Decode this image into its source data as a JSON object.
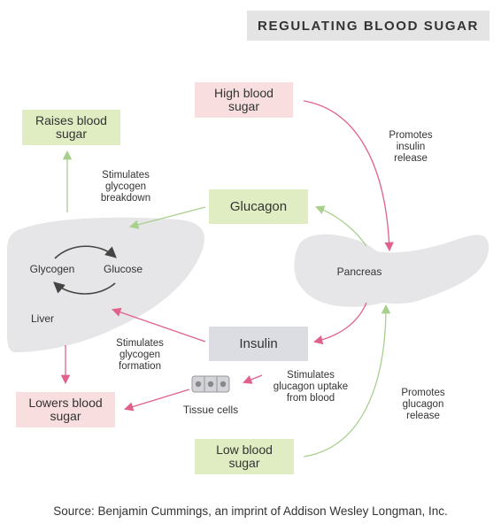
{
  "title": "REGULATING BLOOD SUGAR",
  "boxes": {
    "high_blood_sugar": "High blood\nsugar",
    "raises_blood_sugar": "Raises blood\nsugar",
    "glucagon": "Glucagon",
    "insulin": "Insulin",
    "lowers_blood_sugar": "Lowers blood\nsugar",
    "low_blood_sugar": "Low blood\nsugar"
  },
  "labels": {
    "promotes_insulin_release": "Promotes\ninsulin\nrelease",
    "stimulates_glycogen_breakdown": "Stimulates\nglycogen\nbreakdown",
    "glycogen": "Glycogen",
    "glucose": "Glucose",
    "liver": "Liver",
    "pancreas": "Pancreas",
    "stimulates_glycogen_formation": "Stimulates\nglycogen\nformation",
    "stimulates_glucagon_uptake": "Stimulates\nglucagon uptake\nfrom blood",
    "tissue_cells": "Tissue cells",
    "promotes_glucagon_release": "Promotes\nglucagon\nrelease"
  },
  "colors": {
    "green_arrow": "#a8d08d",
    "pink_arrow": "#e0628a",
    "green_box": "#e0ecc2",
    "pink_box": "#f8dede",
    "gray_box": "#dcdde3",
    "organ_fill": "#e6e6e8"
  },
  "source": "Source: Benjamin Cummings, an imprint of Addison Wesley Longman, Inc."
}
